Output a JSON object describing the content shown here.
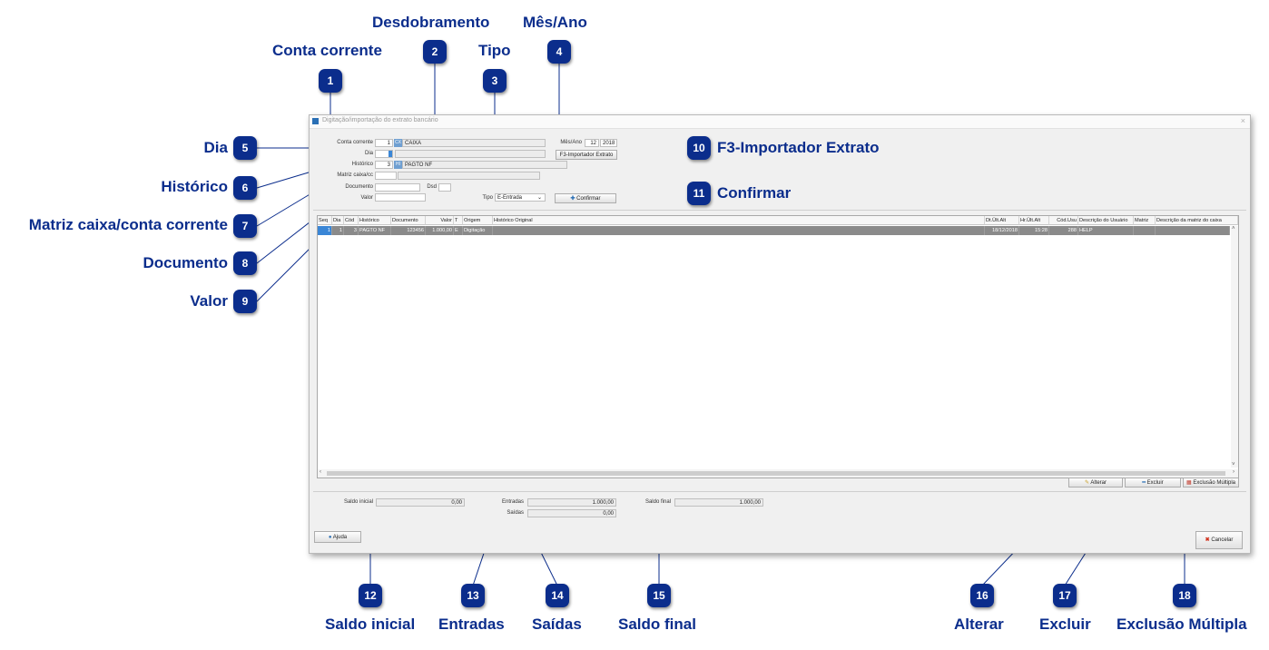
{
  "window": {
    "title": "Digitação/importação do extrato bancário",
    "close": "×"
  },
  "form": {
    "conta_corrente": {
      "label": "Conta corrente",
      "code": "1",
      "tag": "CX",
      "name": "CAIXA"
    },
    "dia": {
      "label": "Dia",
      "value": ""
    },
    "historico": {
      "label": "Histórico",
      "code": "3",
      "tag": "HI",
      "name": "PAGTO NF"
    },
    "matriz": {
      "label": "Matriz caixa/cc",
      "value": ""
    },
    "documento": {
      "label": "Documento",
      "value": ""
    },
    "dsd": {
      "label": "Dsd",
      "value": ""
    },
    "valor": {
      "label": "Valor",
      "value": ""
    },
    "tipo": {
      "label": "Tipo",
      "value": "E-Entrada"
    },
    "mes_ano": {
      "label": "Mês/Ano",
      "mes": "12",
      "ano": "2018"
    },
    "importador_button": "F3-Importador Extrato",
    "confirmar_button": "Confirmar"
  },
  "grid": {
    "headers": [
      "Seq",
      "Dia",
      "Cód",
      "Histórico",
      "Documento",
      "Valor",
      "T",
      "Origem",
      "Histórico Original",
      "Dt.Ült.Alt",
      "Hr.Ült.Alt",
      "Cód.Usu",
      "Descrição do Usuário",
      "Matriz",
      "Descrição da matriz do caixa"
    ],
    "rows": [
      [
        "1",
        "1",
        "3",
        "PAGTO NF",
        "123456",
        "1.000,00",
        "E",
        "Digitação",
        "",
        "18/12/2018",
        "15:28",
        "288",
        "HELP",
        "",
        ""
      ]
    ]
  },
  "buttons": {
    "alterar": "Alterar",
    "excluir": "Excluir",
    "exclusao_multipla": "Exclusão Múltipla",
    "ajuda": "Ajuda",
    "cancelar": "Cancelar"
  },
  "totals": {
    "saldo_inicial": {
      "label": "Saldo inicial",
      "value": "0,00"
    },
    "entradas": {
      "label": "Entradas",
      "value": "1.000,00"
    },
    "saidas": {
      "label": "Saídas",
      "value": "0,00"
    },
    "saldo_final": {
      "label": "Saldo final",
      "value": "1.000,00"
    }
  },
  "callouts": [
    {
      "n": "1",
      "text": "Conta corrente"
    },
    {
      "n": "2",
      "text": "Desdobramento"
    },
    {
      "n": "3",
      "text": "Tipo"
    },
    {
      "n": "4",
      "text": "Mês/Ano"
    },
    {
      "n": "5",
      "text": "Dia"
    },
    {
      "n": "6",
      "text": "Histórico"
    },
    {
      "n": "7",
      "text": "Matriz caixa/conta corrente"
    },
    {
      "n": "8",
      "text": "Documento"
    },
    {
      "n": "9",
      "text": "Valor"
    },
    {
      "n": "10",
      "text": "F3-Importador Extrato"
    },
    {
      "n": "11",
      "text": "Confirmar"
    },
    {
      "n": "12",
      "text": "Saldo inicial"
    },
    {
      "n": "13",
      "text": "Entradas"
    },
    {
      "n": "14",
      "text": "Saídas"
    },
    {
      "n": "15",
      "text": "Saldo final"
    },
    {
      "n": "16",
      "text": "Alterar"
    },
    {
      "n": "17",
      "text": "Excluir"
    },
    {
      "n": "18",
      "text": "Exclusão Múltipla"
    }
  ],
  "colors": {
    "callout": "#0b2d8c",
    "selection": "#3a86d6"
  }
}
